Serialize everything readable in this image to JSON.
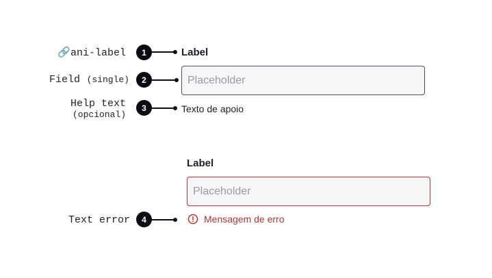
{
  "annotations": {
    "label_ref": "🔗ani-label",
    "field": {
      "main": "Field",
      "sub": "(single)"
    },
    "help": {
      "main": "Help text",
      "sub": "(opcional)"
    },
    "error": "Text error"
  },
  "markers": [
    "1",
    "2",
    "3",
    "4"
  ],
  "default_field": {
    "label": "Label",
    "placeholder": "Placeholder",
    "help_text": "Texto de apoio"
  },
  "error_field": {
    "label": "Label",
    "placeholder": "Placeholder",
    "error_text": "Mensagem de erro",
    "icon": "error-circle-icon"
  },
  "colors": {
    "marker": "#0b0b14",
    "field_border": "#4e4e5a",
    "error": "#c5312c",
    "field_bg": "#f6f6f8"
  }
}
